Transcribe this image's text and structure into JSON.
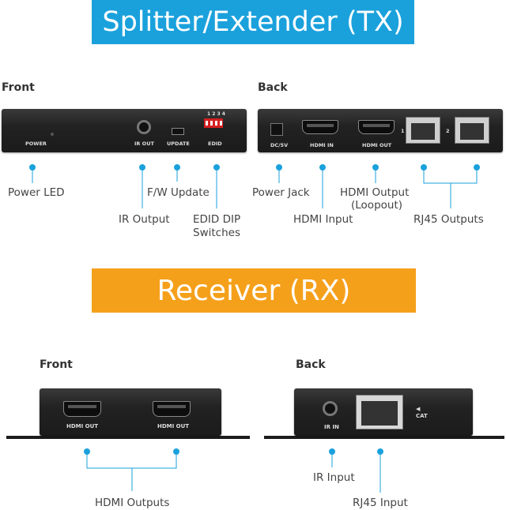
{
  "tx": {
    "title": "Splitter/Extender (TX)",
    "front_heading": "Front",
    "back_heading": "Back",
    "front_panel": {
      "power": "POWER",
      "ir_out": "IR OUT",
      "update": "UPDATE",
      "edid": "EDID",
      "dip_numbers": "1 2 3 4"
    },
    "back_panel": {
      "dc": "DC/5V",
      "hdmi_in": "HDMI IN",
      "hdmi_out": "HDMI OUT",
      "port1": "1",
      "port2": "2"
    },
    "labels": {
      "power_led": "Power LED",
      "fw_update": "F/W Update",
      "ir_output": "IR Output",
      "edid_line1": "EDID DIP",
      "edid_line2": "Switches",
      "power_jack": "Power Jack",
      "hdmi_output_line1": "HDMI Output",
      "hdmi_output_line2": "(Loopout)",
      "hdmi_input": "HDMI Input",
      "rj45_outputs": "RJ45 Outputs"
    }
  },
  "rx": {
    "title": "Receiver (RX)",
    "front_heading": "Front",
    "back_heading": "Back",
    "front_panel": {
      "hdmi_out_1": "HDMI OUT",
      "hdmi_out_2": "HDMI OUT"
    },
    "back_panel": {
      "ir_in": "IR IN",
      "cat": "CAT"
    },
    "labels": {
      "hdmi_outputs": "HDMI Outputs",
      "ir_input": "IR Input",
      "rj45_input": "RJ45 Input"
    }
  },
  "colors": {
    "tx_banner": "#1aa1dc",
    "rx_banner": "#f5a01b",
    "callout": "#1aa1dc"
  }
}
